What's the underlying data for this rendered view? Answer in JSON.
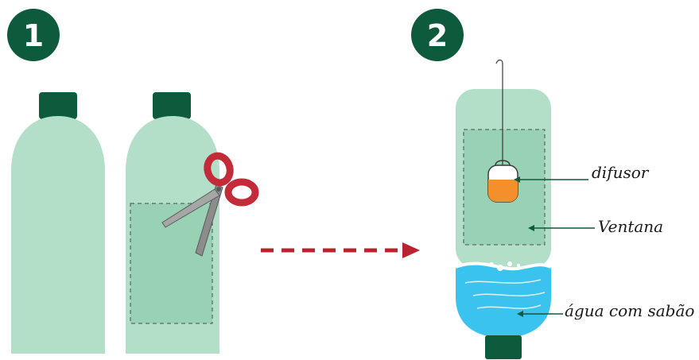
{
  "steps": [
    {
      "number": "1"
    },
    {
      "number": "2"
    }
  ],
  "labels": {
    "diffuser": "difusor",
    "window": "Ventana",
    "soapy_water": "água com sabão"
  },
  "icons": {
    "scissors": "scissors-icon",
    "arrow": "dashed-arrow-right"
  },
  "colors": {
    "badge": "#0d5a3c",
    "bottle": "#b3dfc8",
    "bottle_window": "#99d1b4",
    "cap": "#0d5a3c",
    "water": "#39c3ee",
    "water_light": "#7fd9f5",
    "diffuser": "#f4902a",
    "scissors": "#c42b3a",
    "arrow": "#b8232f",
    "label_arrow": "#0d5a3c"
  }
}
